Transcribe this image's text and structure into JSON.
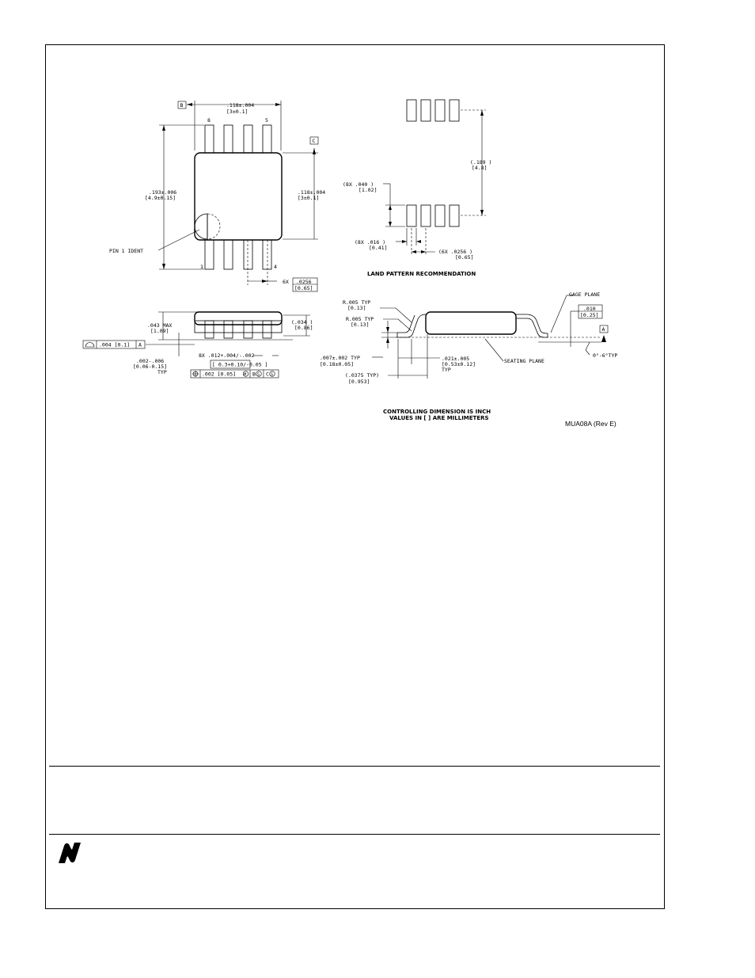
{
  "top_view": {
    "datum_b": "B",
    "datum_c": "C",
    "width_in": ".118±.004",
    "width_mm": "[3±0.1]",
    "length_in": ".193±.006",
    "length_mm": "[4.9±0.15]",
    "body_width_in": ".118±.004",
    "body_width_mm": "[3±0.1]",
    "pin_8": "8",
    "pin_5": "5",
    "pin_1": "1",
    "pin_4": "4",
    "pin1_ident": "PIN 1 IDENT",
    "pitch_prefix": "6X",
    "pitch_in": ".0256",
    "pitch_mm": "[0.65]"
  },
  "land_pattern": {
    "row_spacing_in": "(.189 )",
    "row_spacing_mm": "[4.8]",
    "pad_length_in": "(8X .040   )",
    "pad_length_mm": "[1.02]",
    "pad_width_in": "(8X .016   )",
    "pad_width_mm": "[0.41]",
    "pitch_in": "(6X .0256 )",
    "pitch_mm": "[0.65]",
    "title": "LAND PATTERN RECOMMENDATION"
  },
  "side_view": {
    "height_in": ".043 MAX",
    "height_mm": "[1.09]",
    "body_height_in": "(.034 )",
    "body_height_mm": "[0.86]",
    "flatness": ".004 [0.1]",
    "flatness_datum": "A",
    "standoff_in": ".002-.006",
    "standoff_mm": "[0.06-0.15]",
    "standoff_typ": "TYP",
    "lead_width_in": "8X .012+.004/-.002",
    "lead_width_mm": "[ 0.3+0.10/-0.05 ]",
    "position_tol": ".002 [0.05]",
    "position_mod": "M",
    "position_ref1": "B",
    "position_ref2": "C",
    "position_ref_mod": "S"
  },
  "detail_view": {
    "radius1": "R.005  TYP",
    "radius1_mm": "[0.13]",
    "radius2": "R.005  TYP",
    "radius2_mm": "[0.13]",
    "gage_plane": "GAGE PLANE",
    "gage_in": ".010",
    "gage_mm": "[0.25]",
    "datum_a": "A",
    "lead_thk_in": ".007±.002  TYP",
    "lead_thk_mm": "[0.18±0.05]",
    "foot_in": ".021±.005",
    "foot_mm": "[0.53±0.12]",
    "foot_typ": "TYP",
    "seating_plane": "SEATING PLANE",
    "angle": "0°-6°TYP",
    "lead_len_in": "(.0375  TYP)",
    "lead_len_mm": "[0.953]"
  },
  "notes": {
    "line1": "CONTROLLING DIMENSION IS INCH",
    "line2": "VALUES IN [ ] ARE MILLIMETERS",
    "revision": "MUA08A (Rev E)"
  }
}
